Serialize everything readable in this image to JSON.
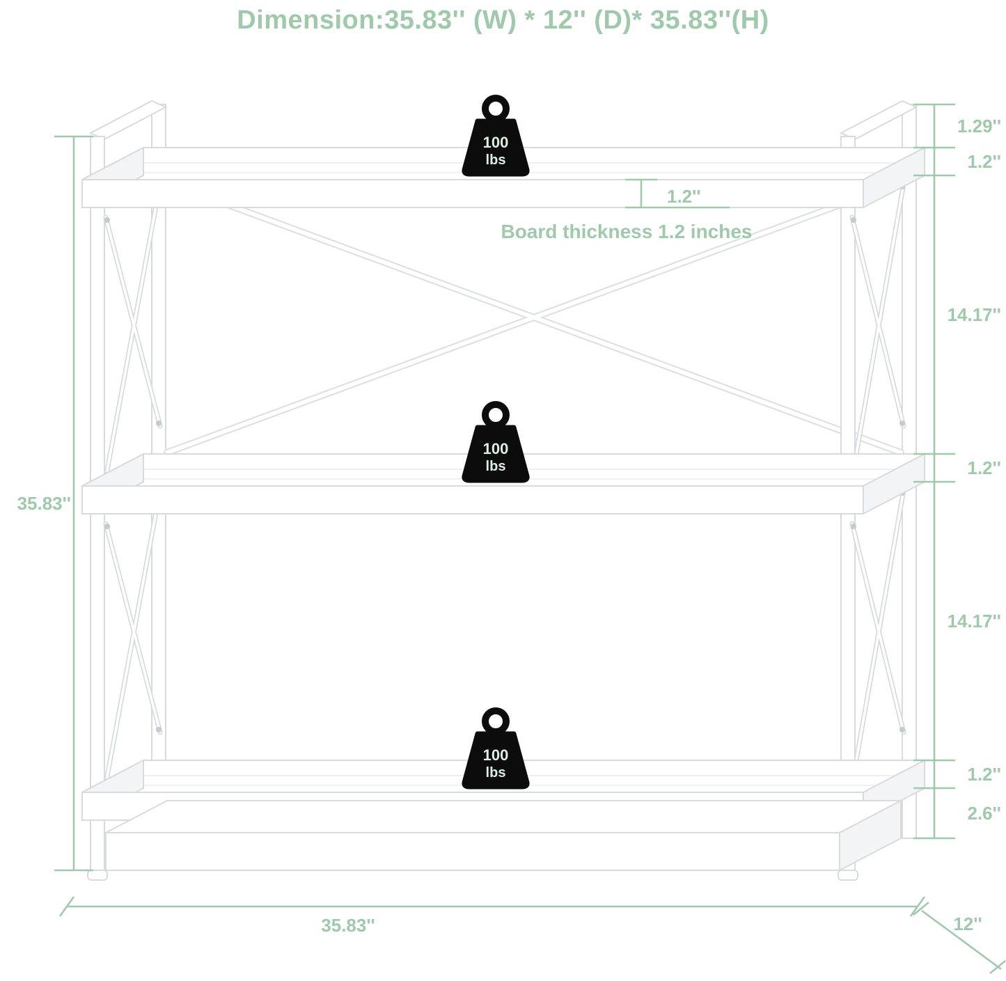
{
  "title": "Dimension:35.83'' (W) * 12'' (D)* 35.83''(H)",
  "colors": {
    "accent_green": "#9fc9ab",
    "shelf_outline_gray": "#d7dbde",
    "weight_black": "#0c0c0c",
    "weight_label_text": "#dfeee3",
    "background": "#ffffff"
  },
  "weights": [
    {
      "value": "100",
      "unit": "lbs"
    },
    {
      "value": "100",
      "unit": "lbs"
    },
    {
      "value": "100",
      "unit": "lbs"
    }
  ],
  "dimensions": {
    "overall_height": "35.83''",
    "overall_width": "35.83''",
    "overall_depth": "12''",
    "top_rail_height": "1.29''",
    "top_board_thickness": "1.2''",
    "upper_shelf_gap": "14.17''",
    "middle_board_thickness": "1.2''",
    "lower_shelf_gap": "14.17''",
    "bottom_board_thickness": "1.2''",
    "base_height": "2.6''",
    "board_thickness_callout": "1.2''",
    "board_thickness_note": "Board thickness 1.2 inches"
  }
}
